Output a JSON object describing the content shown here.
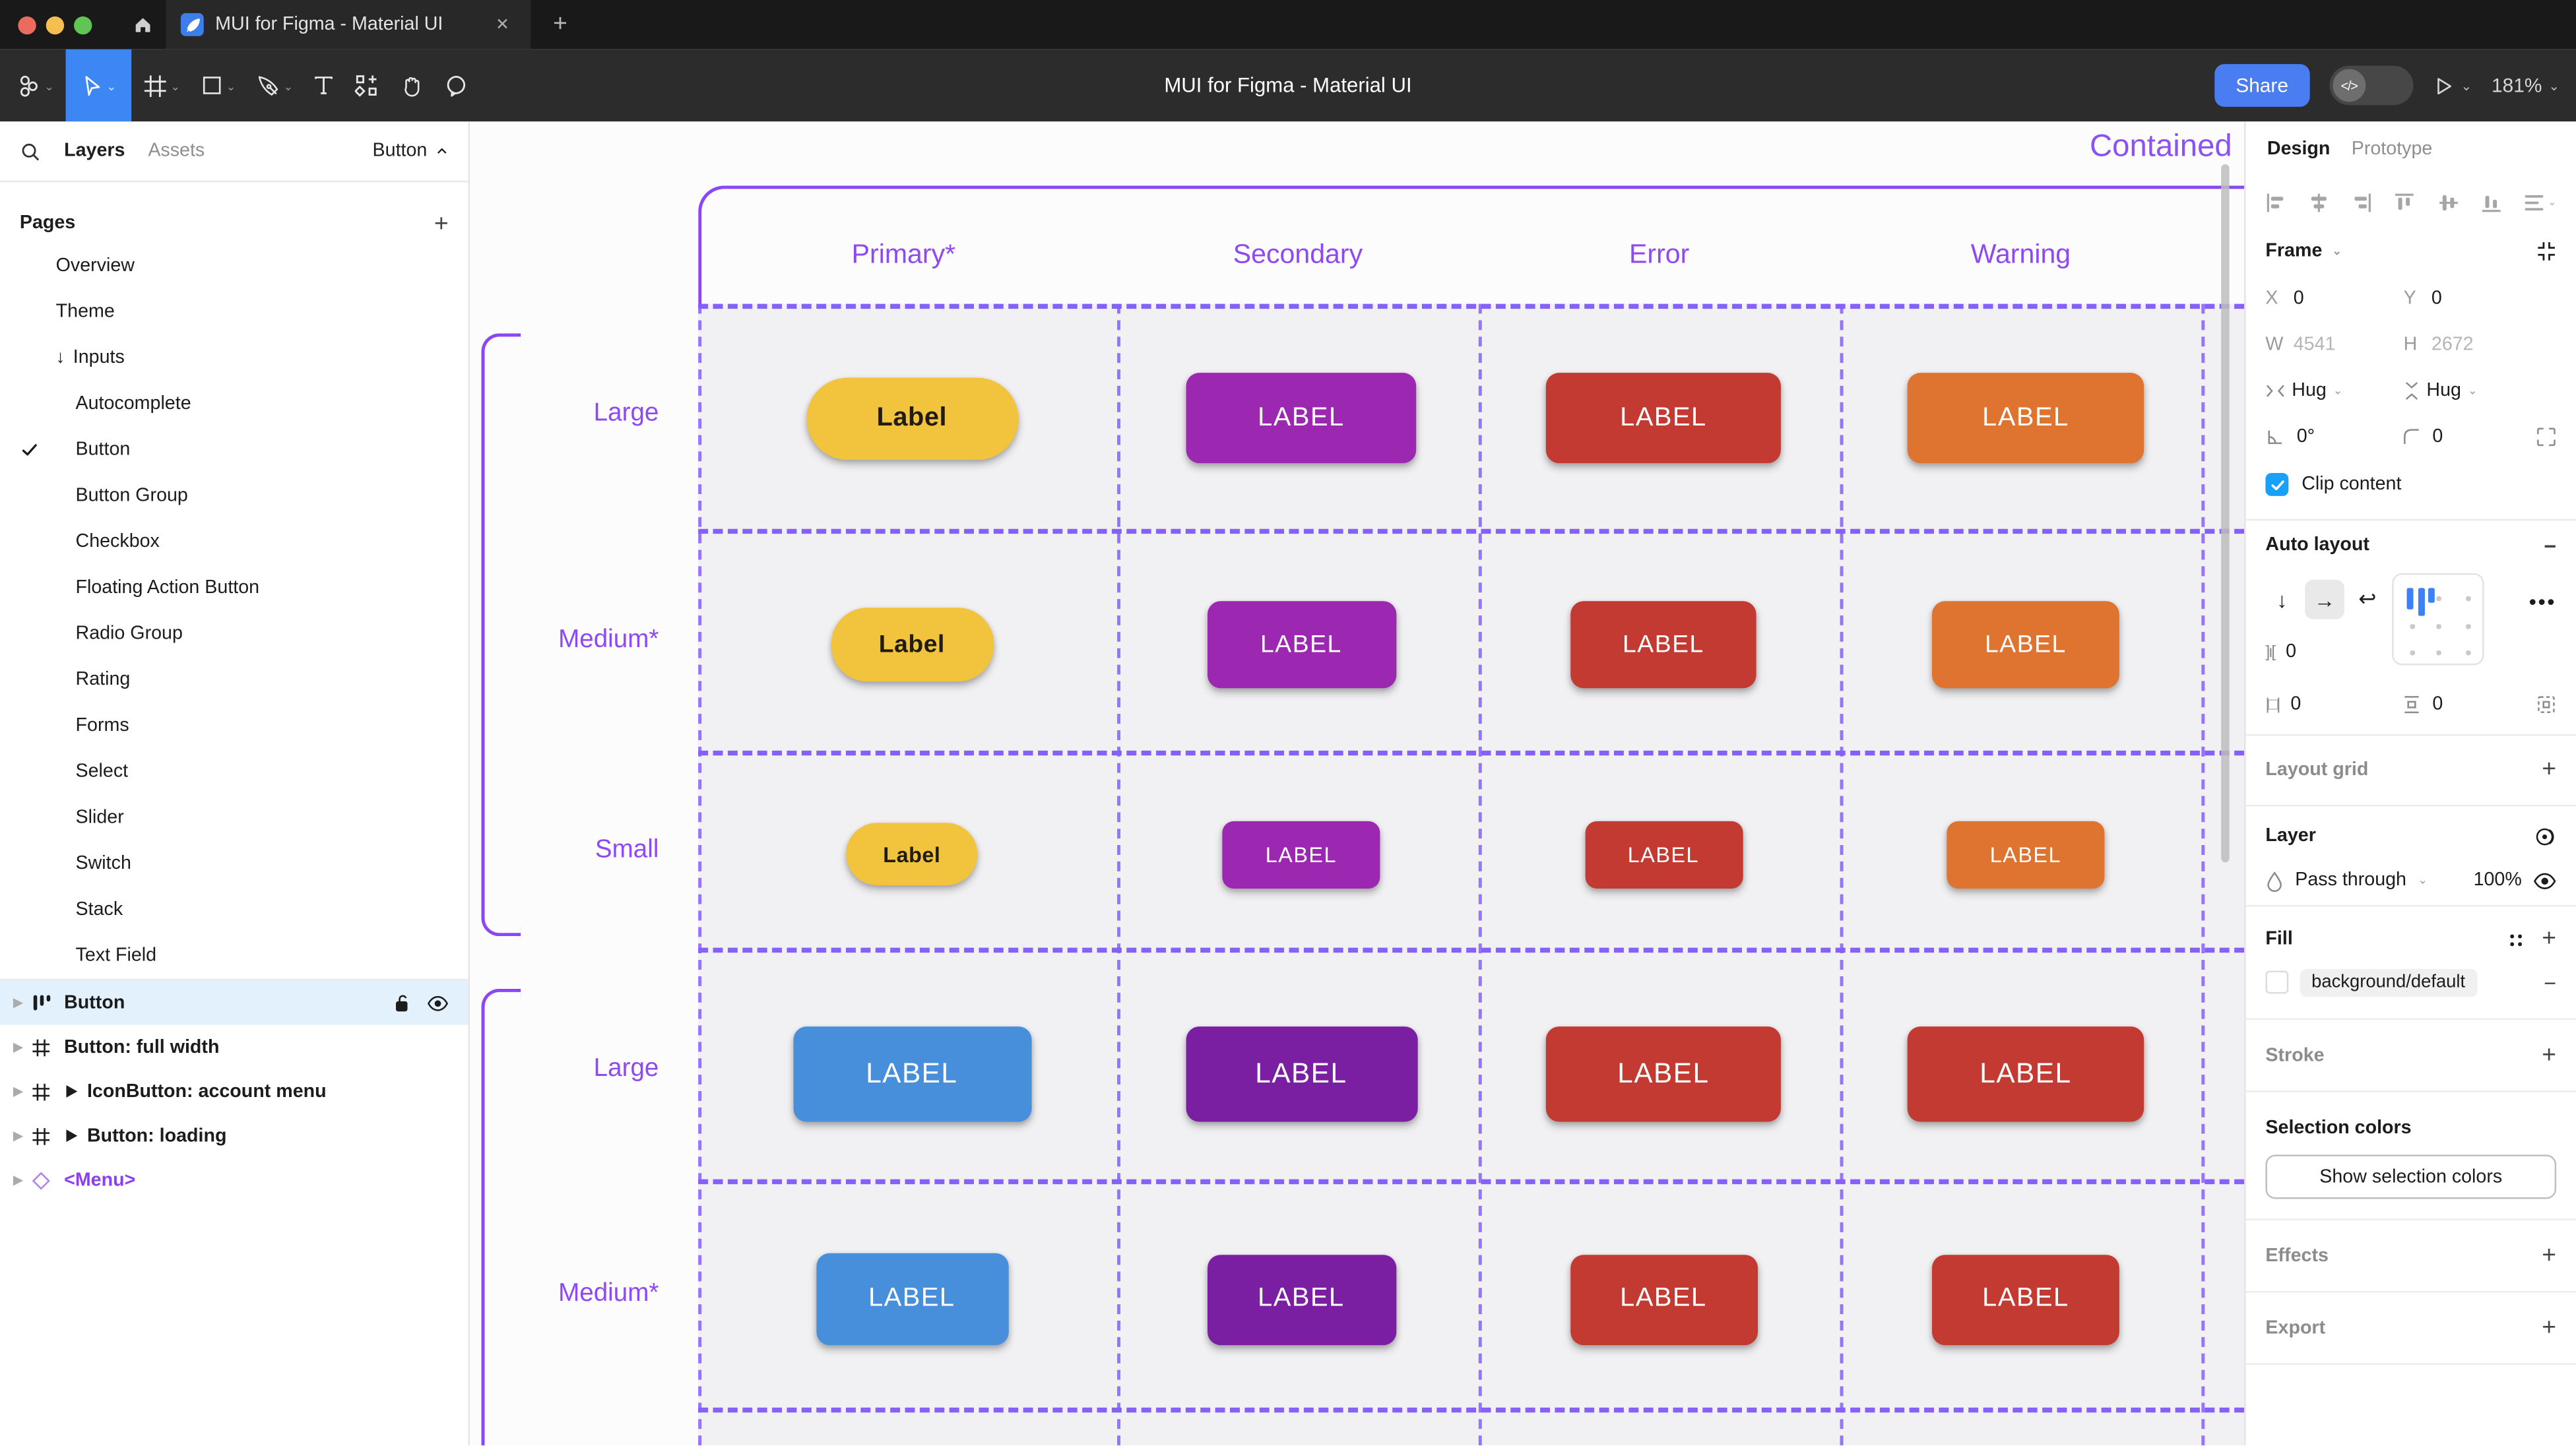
{
  "browser": {
    "tab_title": "MUI for Figma - Material UI",
    "close_glyph": "✕",
    "new_tab_glyph": "+"
  },
  "toolbar": {
    "title": "MUI for Figma - Material UI",
    "share": "Share",
    "devmode_glyph": "</>",
    "zoom": "181%"
  },
  "sidebar": {
    "tab_layers": "Layers",
    "tab_assets": "Assets",
    "page_indicator": "Button",
    "pages_header": "Pages",
    "pages": [
      {
        "label": "Overview",
        "level": 1
      },
      {
        "label": "Theme",
        "level": 1
      },
      {
        "label": "Inputs",
        "level": 1,
        "arrow": "↓"
      },
      {
        "label": "Autocomplete",
        "level": 2
      },
      {
        "label": "Button",
        "level": 2,
        "current": true
      },
      {
        "label": "Button Group",
        "level": 2
      },
      {
        "label": "Checkbox",
        "level": 2
      },
      {
        "label": "Floating Action Button",
        "level": 2
      },
      {
        "label": "Radio Group",
        "level": 2
      },
      {
        "label": "Rating",
        "level": 2
      },
      {
        "label": "Forms",
        "level": 2
      },
      {
        "label": "Select",
        "level": 2
      },
      {
        "label": "Slider",
        "level": 2
      },
      {
        "label": "Switch",
        "level": 2
      },
      {
        "label": "Stack",
        "level": 2
      },
      {
        "label": "Text Field",
        "level": 2
      }
    ],
    "layers": [
      {
        "label": "Button",
        "icon": "auto-layout",
        "selected": true
      },
      {
        "label": "Button: full width",
        "icon": "frame"
      },
      {
        "label": "IconButton: account menu",
        "icon": "frame",
        "play": true
      },
      {
        "label": "Button: loading",
        "icon": "frame",
        "play": true
      },
      {
        "label": "<Menu>",
        "icon": "component",
        "purple": true
      }
    ]
  },
  "canvas": {
    "frame_title": "Contained",
    "column_headers": [
      "Primary*",
      "Secondary",
      "Error",
      "Warning"
    ],
    "accent_color": "#8E49F5",
    "rows": [
      {
        "label": "Large",
        "buttons": [
          {
            "text": "Label",
            "bg": "#F2C33C",
            "fg": "#211C10",
            "pill": true
          },
          {
            "text": "LABEL",
            "bg": "#9C27B0",
            "fg": "#FFFFFF"
          },
          {
            "text": "LABEL",
            "bg": "#C23A31",
            "fg": "#FFFFFF"
          },
          {
            "text": "LABEL",
            "bg": "#DE7430",
            "fg": "#FFFFFF"
          }
        ]
      },
      {
        "label": "Medium*",
        "buttons": [
          {
            "text": "Label",
            "bg": "#F2C33C",
            "fg": "#211C10",
            "pill": true
          },
          {
            "text": "LABEL",
            "bg": "#9C27B0",
            "fg": "#FFFFFF"
          },
          {
            "text": "LABEL",
            "bg": "#C23A31",
            "fg": "#FFFFFF"
          },
          {
            "text": "LABEL",
            "bg": "#DE7430",
            "fg": "#FFFFFF"
          }
        ]
      },
      {
        "label": "Small",
        "buttons": [
          {
            "text": "Label",
            "bg": "#F2C33C",
            "fg": "#211C10",
            "pill": true
          },
          {
            "text": "LABEL",
            "bg": "#9C27B0",
            "fg": "#FFFFFF"
          },
          {
            "text": "LABEL",
            "bg": "#C23A31",
            "fg": "#FFFFFF"
          },
          {
            "text": "LABEL",
            "bg": "#DE7430",
            "fg": "#FFFFFF"
          }
        ]
      },
      {
        "label": "Large",
        "buttons": [
          {
            "text": "LABEL",
            "bg": "#478FDB",
            "fg": "#FFFFFF"
          },
          {
            "text": "LABEL",
            "bg": "#7B1FA2",
            "fg": "#FFFFFF"
          },
          {
            "text": "LABEL",
            "bg": "#C23A31",
            "fg": "#FFFFFF"
          },
          {
            "text": "LABEL",
            "bg": "#C23A31",
            "fg": "#FFFFFF"
          }
        ]
      },
      {
        "label": "Medium*",
        "buttons": [
          {
            "text": "LABEL",
            "bg": "#478FDB",
            "fg": "#FFFFFF"
          },
          {
            "text": "LABEL",
            "bg": "#7B1FA2",
            "fg": "#FFFFFF"
          },
          {
            "text": "LABEL",
            "bg": "#C23A31",
            "fg": "#FFFFFF"
          },
          {
            "text": "LABEL",
            "bg": "#C23A31",
            "fg": "#FFFFFF"
          }
        ]
      }
    ]
  },
  "inspector": {
    "tab_design": "Design",
    "tab_prototype": "Prototype",
    "frame": {
      "header": "Frame",
      "x_label": "X",
      "x_value": "0",
      "y_label": "Y",
      "y_value": "0",
      "w_label": "W",
      "w_value": "4541",
      "h_label": "H",
      "h_value": "2672",
      "h_resize": "Hug",
      "v_resize": "Hug",
      "rotation": "0°",
      "corner_radius": "0",
      "clip_label": "Clip content"
    },
    "auto_layout": {
      "header": "Auto layout",
      "gap_value": "0",
      "padding_h": "0",
      "padding_v": "0"
    },
    "layout_grid_header": "Layout grid",
    "layer": {
      "header": "Layer",
      "blend_mode": "Pass through",
      "opacity": "100%"
    },
    "fill": {
      "header": "Fill",
      "token": "background/default"
    },
    "stroke_header": "Stroke",
    "selection_colors": {
      "header": "Selection colors",
      "button": "Show selection colors"
    },
    "effects_header": "Effects",
    "export_header": "Export"
  }
}
